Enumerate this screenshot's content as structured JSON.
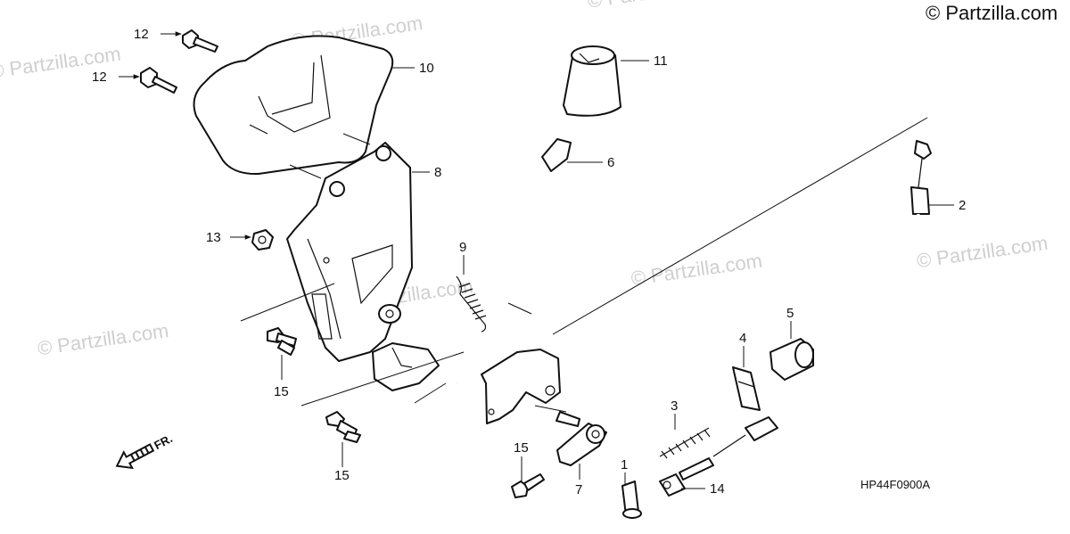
{
  "copyright": "© Partzilla.com",
  "watermark": "© Partzilla.com",
  "diagram_code": "HP44F0900A",
  "direction_label": "FR.",
  "callouts": {
    "c1": "1",
    "c2": "2",
    "c3": "3",
    "c4": "4",
    "c5": "5",
    "c6": "6",
    "c7": "7",
    "c8": "8",
    "c9": "9",
    "c10": "10",
    "c11": "11",
    "c12a": "12",
    "c12b": "12",
    "c13": "13",
    "c14": "14",
    "c15a": "15",
    "c15b": "15",
    "c15c": "15"
  }
}
